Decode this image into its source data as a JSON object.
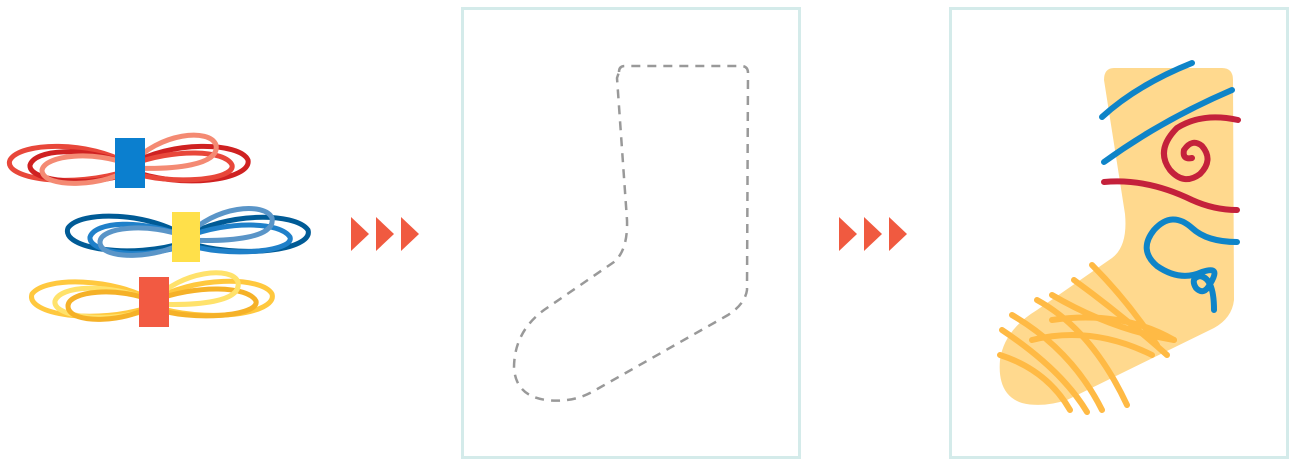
{
  "diagram": {
    "steps": [
      {
        "id": "yarn-bundles",
        "icon": "yarn-bundles-icon"
      },
      {
        "id": "sock-outline",
        "icon": "dashed-sock-outline-icon"
      },
      {
        "id": "wrapped-sock",
        "icon": "yarn-wrapped-sock-icon"
      }
    ],
    "arrows": [
      "triple-chevron-arrow-icon",
      "triple-chevron-arrow-icon"
    ]
  },
  "colors": {
    "panel_border": "#d4ebea",
    "arrow": "#f05a40",
    "outline_dash": "#999999",
    "sock_fill": "#ffd98e",
    "yarn_red": [
      "#e8473a",
      "#cf2121",
      "#f48a73"
    ],
    "yarn_blue": [
      "#005b96",
      "#1f80c9",
      "#5a95c8"
    ],
    "yarn_yellow": [
      "#ffc83e",
      "#ffe26b",
      "#f5b128"
    ],
    "tie_blue": "#0b7fcf",
    "tie_yellow": "#ffe04a",
    "tie_red": "#f25a42",
    "wrap_blue": "#0e84c8",
    "wrap_crimson": "#c4213b",
    "wrap_orange": "#ffba45"
  }
}
